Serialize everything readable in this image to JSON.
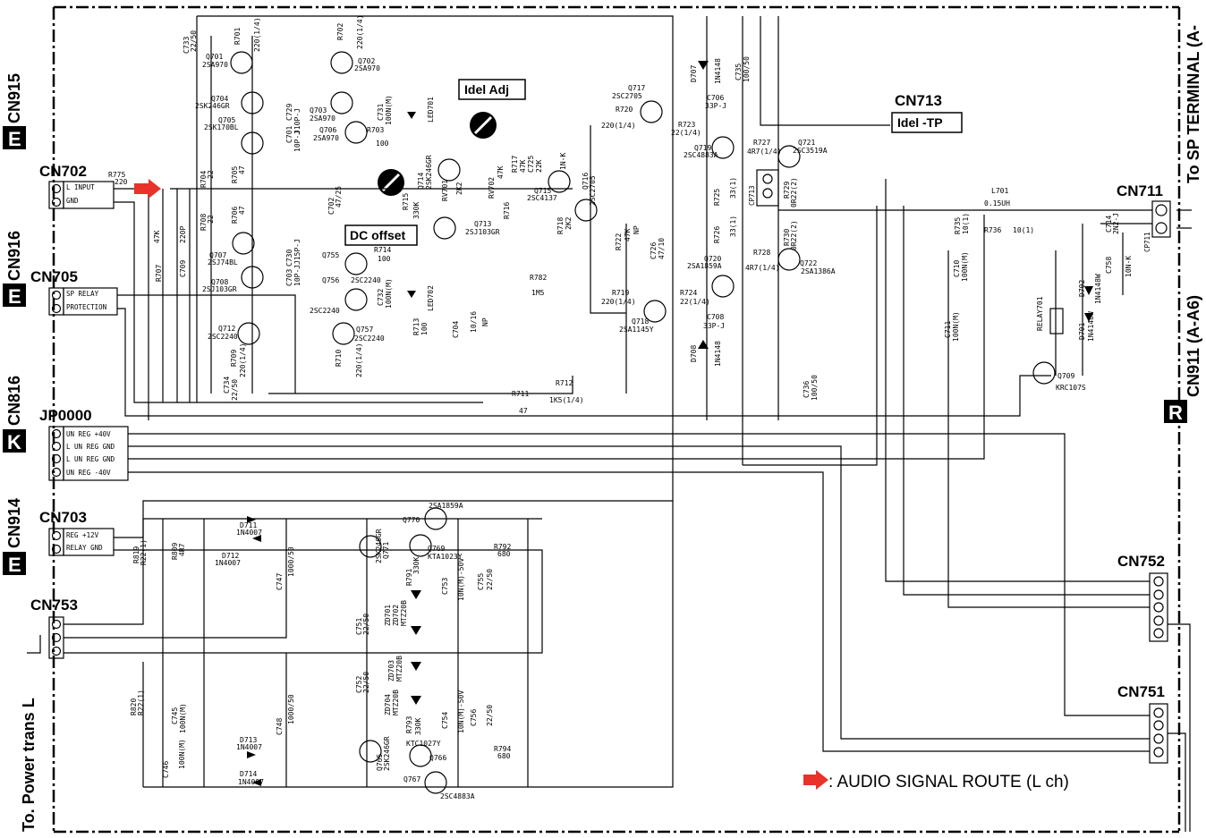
{
  "connectors": {
    "cn702": "CN702",
    "cn705": "CN705",
    "jp0000": "JP0000",
    "cn703": "CN703",
    "cn753": "CN753",
    "cn711": "CN711",
    "cn752": "CN752",
    "cn751": "CN751",
    "cn713": "CN713"
  },
  "side_labels": {
    "cn915": "CN915",
    "cn916": "CN916",
    "cn816": "CN816",
    "cn914": "CN914",
    "power_trans": "To. Power trans L",
    "sp_terminal": "To SP TERMINAL (A-",
    "cn911": "CN911 (A-A6)"
  },
  "badges": {
    "e": "E",
    "k": "K",
    "r": "R"
  },
  "pins": {
    "cn702": [
      "L INPUT",
      "GND"
    ],
    "cn705": [
      "SP RELAY",
      "PROTECTION"
    ],
    "jp0000": [
      "UN REG +40V",
      "L UN REG GND",
      "L UN REG GND",
      "UN REG -40V"
    ],
    "cn703": [
      "REG +12V",
      "RELAY GND"
    ],
    "cp711": "CP711",
    "cp713": "CP713"
  },
  "boxes": {
    "idle_adj": "Idel Adj",
    "idle_tp": "Idel -TP",
    "dc_offset": "DC offset"
  },
  "legend": {
    "text": ": AUDIO SIGNAL ROUTE (L ch)",
    "arrow_color": "#e8322a"
  },
  "components": {
    "r775": [
      "R775",
      "220"
    ],
    "r701": [
      "R701",
      "220(1/4)"
    ],
    "r702": [
      "R702",
      "220(1/4)"
    ],
    "c733": "C733",
    "c733v": "22/50",
    "q701": [
      "Q701",
      "2SA970"
    ],
    "q702": [
      "Q702",
      "2SA970"
    ],
    "q704": [
      "Q704",
      "2SK246GR"
    ],
    "q705": [
      "Q705",
      "2SK170BL"
    ],
    "q703": [
      "Q703",
      "2SA970"
    ],
    "q706": [
      "Q706",
      "2SA970"
    ],
    "c729": [
      "C729",
      "J10P-J"
    ],
    "c701": [
      "C701",
      "10P-J"
    ],
    "c731": [
      "C731",
      "100N(M)"
    ],
    "led701": "LED701",
    "r703": [
      "R703",
      "100"
    ],
    "r704": [
      "R704",
      "22"
    ],
    "r705": [
      "R705",
      "47"
    ],
    "r706": [
      "R706",
      "47"
    ],
    "r708": [
      "R708",
      "22"
    ],
    "r707": [
      "R707",
      "47K"
    ],
    "c709": [
      "C709",
      "220P"
    ],
    "c702": [
      "C702",
      "47/25"
    ],
    "r715": [
      "R715",
      "330K"
    ],
    "rv701": [
      "RV701",
      "2K2"
    ],
    "q714": [
      "Q714",
      "2SK246GR"
    ],
    "q713": [
      "Q713",
      "2SJ103GR"
    ],
    "rv702": [
      "RV702",
      "47K"
    ],
    "r717": [
      "R717",
      "47K"
    ],
    "c725": [
      "C725",
      "22K"
    ],
    "r716": "R716",
    "q715": [
      "Q715",
      "2SC4137"
    ],
    "q716": [
      "Q716",
      "2SC2705"
    ],
    "r718": [
      "R718",
      "2K2"
    ],
    "c1n": "1N-K",
    "q707": [
      "Q707",
      "2SJ74BL"
    ],
    "q708": [
      "Q708",
      "2SJ103GR"
    ],
    "c703": [
      "C703",
      "10P-J"
    ],
    "c730": [
      "C730",
      "J15P-J"
    ],
    "q755": "Q755",
    "r714": [
      "R714",
      "100"
    ],
    "q756": [
      "Q756",
      "2SC2240"
    ],
    "c732": [
      "C732",
      "100N(M)"
    ],
    "led702": "LED702",
    "q712": [
      "Q712",
      "2SC2240"
    ],
    "q757": [
      "Q757",
      "2SC2240"
    ],
    "q2240": "2SC2240",
    "r713": [
      "R713",
      "100"
    ],
    "c704": [
      "C704",
      "10/16",
      "NP"
    ],
    "r709": [
      "R709",
      "220(1/4)"
    ],
    "r710": [
      "R710",
      "220(1/4)"
    ],
    "c734": [
      "C734",
      "22/50"
    ],
    "r711": [
      "R711",
      "47"
    ],
    "r712": [
      "R712",
      "1K5(1/4)"
    ],
    "r782": [
      "R782",
      "1M5"
    ],
    "q717": [
      "Q717",
      "2SC2705"
    ],
    "r720": [
      "R720",
      "220(1/4)"
    ],
    "r722": [
      "R722",
      "47K",
      "NP"
    ],
    "c726": [
      "C726",
      "47/10"
    ],
    "r719": [
      "R719",
      "220(1/4)"
    ],
    "q718": [
      "Q718",
      "2SA1145Y"
    ],
    "d707": [
      "D707",
      "1N4148"
    ],
    "c706": [
      "C706",
      "33P-J"
    ],
    "c735": [
      "C735",
      "100/50"
    ],
    "r723": [
      "R723",
      "22(1/4)"
    ],
    "q719": [
      "Q719",
      "2SC4883A"
    ],
    "r727": [
      "R727",
      "4R7(1/4)"
    ],
    "q721": [
      "Q721",
      "2SC3519A"
    ],
    "r725": [
      "R725",
      "33(1)"
    ],
    "r729": [
      "R729",
      "0R22(2)"
    ],
    "r726": [
      "R726",
      "33(1)"
    ],
    "r730": [
      "R730",
      "0R22(2)"
    ],
    "q720": [
      "Q720",
      "2SA1859A"
    ],
    "r728": [
      "R728",
      "4R7(1/4)"
    ],
    "q722": [
      "Q722",
      "2SA1386A"
    ],
    "r724": [
      "R724",
      "22(1/4)"
    ],
    "c708": [
      "C708",
      "33P-J"
    ],
    "d708": [
      "D708",
      "1N4148"
    ],
    "c736": [
      "C736",
      "100/50"
    ],
    "l701": [
      "L701",
      "0.15UH"
    ],
    "r736": [
      "R736",
      "10(1)"
    ],
    "r735": [
      "R735",
      "10(1)"
    ],
    "c714": [
      "C714",
      "2N2-J"
    ],
    "c758": [
      "C758",
      "10N-K"
    ],
    "c710": [
      "C710",
      "100N(M)"
    ],
    "c711": [
      "C711",
      "100N(M)"
    ],
    "relay701": "RELAY701",
    "d702": [
      "D702",
      "1N4148W"
    ],
    "d701": [
      "D701",
      "1N4148W"
    ],
    "q709": [
      "Q709",
      "KRC107S"
    ],
    "r819": [
      "R819",
      "R22(1)"
    ],
    "r809": [
      "R809",
      "4R7"
    ],
    "d711": [
      "D711",
      "1N4007"
    ],
    "d712": [
      "D712",
      "1N4007"
    ],
    "c747": [
      "C747",
      "1000/50"
    ],
    "q770": [
      "Q770",
      "2SA1859A"
    ],
    "q771": [
      "Q771",
      "2SK246GR"
    ],
    "q769": [
      "Q769",
      "KTA1023Y"
    ],
    "r791": [
      "R791",
      "330K"
    ],
    "r792": [
      "R792",
      "680"
    ],
    "c753": [
      "C753",
      "10N(M)-50V"
    ],
    "c755": [
      "C755",
      "22/50"
    ],
    "c751": [
      "C751",
      "22/50"
    ],
    "c752": [
      "C752",
      "22/50"
    ],
    "zd701": "ZD701",
    "zd702": "ZD702",
    "zd703": "ZD703",
    "zd704": "ZD704",
    "mtz": "MTZ20B",
    "r820": [
      "R820",
      "R22(1)"
    ],
    "c745": [
      "C745",
      "100N(M)"
    ],
    "c746": [
      "C746",
      "100N(M)"
    ],
    "d713": [
      "D713",
      "1N4007"
    ],
    "d714": [
      "D714",
      "1N4007"
    ],
    "c748": [
      "C748",
      "1000/50"
    ],
    "c754": [
      "C754",
      "10N(M)-50V"
    ],
    "c756": [
      "C756",
      "22/50"
    ],
    "r793": [
      "R793",
      "330K"
    ],
    "q765": [
      "Q765",
      "2SK246GR"
    ],
    "q766": [
      "Q766",
      "KTC1027Y"
    ],
    "r794": [
      "R794",
      "680"
    ],
    "q767": [
      "Q767",
      "2SC4883A"
    ]
  }
}
